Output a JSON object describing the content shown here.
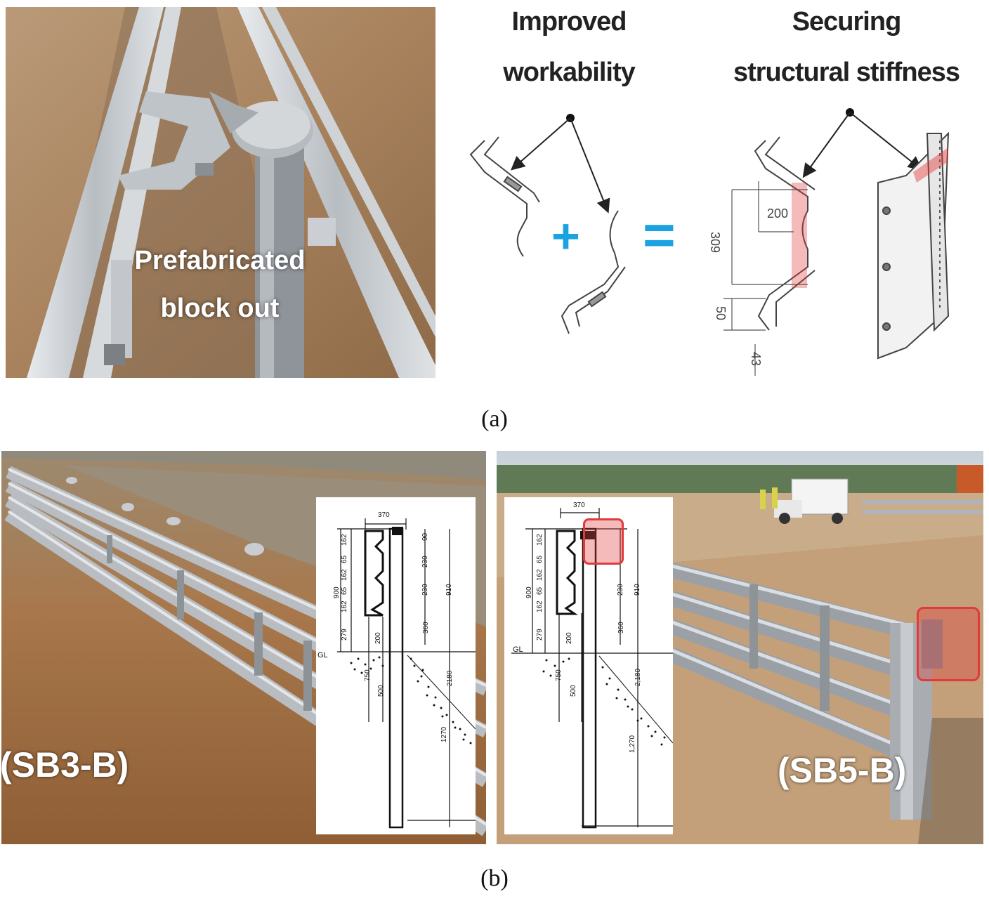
{
  "panel_a": {
    "photo_label_line1": "Prefabricated",
    "photo_label_line2": "block out",
    "heading_left_line1": "Improved",
    "heading_left_line2": "workability",
    "heading_right_line1": "Securing",
    "heading_right_line2": "structural stiffness",
    "plus_symbol": "+",
    "equals_symbol": "=",
    "dimensions": {
      "height": "309",
      "depth": "200",
      "flange": "50",
      "lip": "43"
    },
    "caption": "(a)"
  },
  "panel_b": {
    "left_label": "(SB3-B)",
    "right_label": "(SB5-B)",
    "left_drawing": {
      "top_width": "370",
      "rail_spacings": [
        "162",
        "65",
        "162",
        "65",
        "162"
      ],
      "right_dims": [
        "90",
        "230",
        "230",
        "360"
      ],
      "total_height": "900",
      "post_height": "910",
      "base": "279",
      "embed": "200",
      "ground": "GL",
      "footing_a": "750",
      "footing_b": "500",
      "post_length": "2180",
      "below": "1270"
    },
    "right_drawing": {
      "top_width": "370",
      "rail_spacings": [
        "162",
        "65",
        "162",
        "65",
        "162"
      ],
      "right_dims": [
        "230",
        "360"
      ],
      "total_height": "900",
      "post_height": "910",
      "base": "279",
      "embed": "200",
      "ground": "GL",
      "footing_a": "750",
      "footing_b": "500",
      "post_length": "2,180",
      "below": "1,270"
    },
    "caption": "(b)"
  },
  "colors": {
    "highlight_red": "#e23a3a",
    "accent_blue": "#1aa3e0",
    "soil": "#a9764a",
    "steel": "#c9ccd0"
  }
}
